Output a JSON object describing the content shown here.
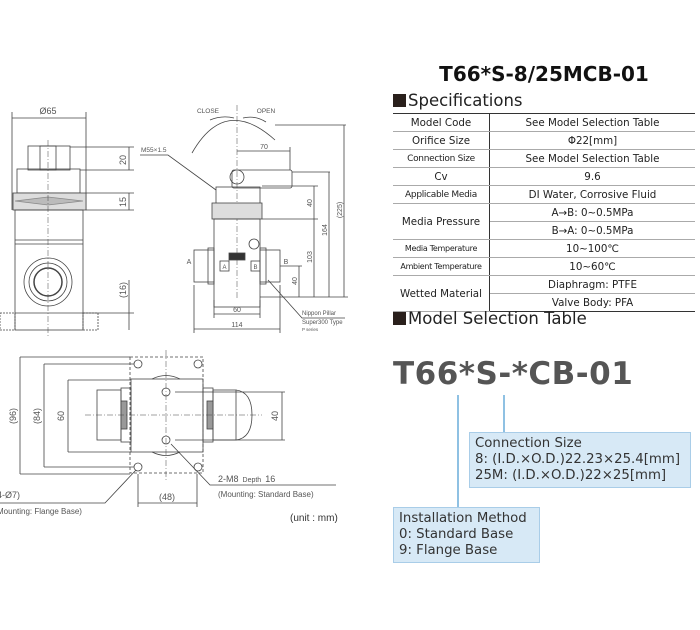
{
  "drawing": {
    "front_view": {
      "diameter": "Ø65",
      "dim_top": "20",
      "dim_ring": "15",
      "dim_base": "(16)"
    },
    "side_view": {
      "close": "CLOSE",
      "open": "OPEN",
      "thread": "M55×1.5",
      "dim_handle": "70",
      "dim_bonnet": "40",
      "dim_port_axis": "103",
      "dim_164": "164",
      "dim_total": "(225)",
      "dim_port_height": "40",
      "dim_body_width": "60",
      "dim_overall_width": "114",
      "port_a": "A",
      "port_b": "B",
      "badge_a": "A",
      "badge_b": "B",
      "fitting_note": [
        "Nippon Pillar",
        "Super300 Type",
        "P series"
      ]
    },
    "bottom_view": {
      "dim_96": "(96)",
      "dim_84": "(84)",
      "dim_60": "60",
      "dim_40": "40",
      "dim_48": "(48)",
      "standard_mount": "2-M8",
      "standard_depth_label": "Depth",
      "standard_depth": "16",
      "standard_mount_note": "(Mounting: Standard Base)",
      "flange_mount": "4-Ø7)",
      "flange_mount_note": "Mounting: Flange Base)"
    },
    "unit": "(unit : mm)"
  },
  "product_title": "T66*S-8/25MCB-01",
  "specifications": {
    "heading": "Specifications",
    "rows": [
      {
        "label": "Model Code",
        "value": "See Model Selection Table"
      },
      {
        "label": "Orifice Size",
        "value": "Φ22[mm]"
      },
      {
        "label": "Connection Size",
        "value": "See Model Selection Table"
      },
      {
        "label": "Cv",
        "value": "9.6"
      },
      {
        "label": "Applicable Media",
        "value": "DI Water, Corrosive Fluid"
      },
      {
        "label": "Media Pressure",
        "values": [
          "A→B: 0~0.5MPa",
          "B→A: 0~0.5MPa"
        ]
      },
      {
        "label": "Media Temperature",
        "value": "10~100℃"
      },
      {
        "label": "Ambient Temperature",
        "value": "10~60℃"
      },
      {
        "label": "Wetted Material",
        "values": [
          "Diaphragm: PTFE",
          "Valve Body: PFA"
        ]
      }
    ]
  },
  "model_selection": {
    "heading": "Model Selection Table",
    "code": "T66*S-*CB-01",
    "connection_size": {
      "title": "Connection Size",
      "options": [
        "8: (I.D.×O.D.)22.23×25.4[mm]",
        "25M: (I.D.×O.D.)22×25[mm]"
      ]
    },
    "installation_method": {
      "title": "Installation Method",
      "options": [
        "0: Standard Base",
        "9: Flange Base"
      ]
    },
    "accent_color": "#d7e9f6"
  }
}
